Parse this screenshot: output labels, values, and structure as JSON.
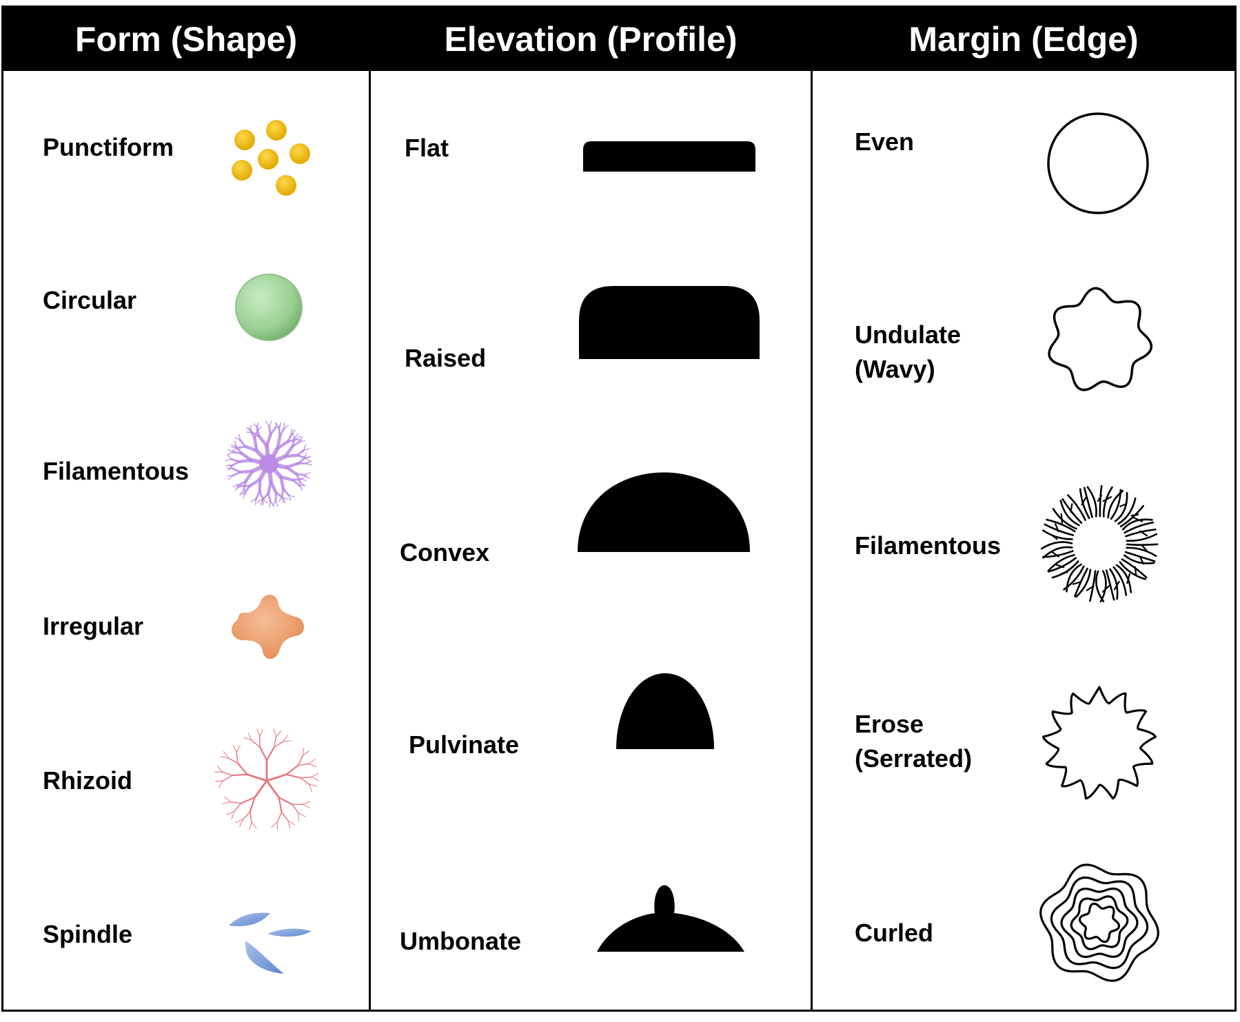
{
  "headers": {
    "form": "Form (Shape)",
    "elevation": "Elevation (Profile)",
    "margin": "Margin (Edge)"
  },
  "form": [
    {
      "label": "Punctiform",
      "icon": "punctiform-dots",
      "color": "#f2b705"
    },
    {
      "label": "Circular",
      "icon": "circular-colony",
      "color": "#9fd39a"
    },
    {
      "label": "Filamentous",
      "icon": "filamentous-colony",
      "color": "#b98ae6"
    },
    {
      "label": "Irregular",
      "icon": "irregular-colony",
      "color": "#f0a373"
    },
    {
      "label": "Rhizoid",
      "icon": "rhizoid-colony",
      "color": "#e8737a"
    },
    {
      "label": "Spindle",
      "icon": "spindle-colony",
      "color": "#7f9fd6"
    }
  ],
  "elevation": [
    {
      "label": "Flat",
      "icon": "flat-profile"
    },
    {
      "label": "Raised",
      "icon": "raised-profile"
    },
    {
      "label": "Convex",
      "icon": "convex-profile"
    },
    {
      "label": "Pulvinate",
      "icon": "pulvinate-profile"
    },
    {
      "label": "Umbonate",
      "icon": "umbonate-profile"
    }
  ],
  "margin": [
    {
      "label": "Even",
      "icon": "even-edge"
    },
    {
      "label": "Undulate\n(Wavy)",
      "icon": "undulate-edge"
    },
    {
      "label": "Filamentous",
      "icon": "filamentous-edge"
    },
    {
      "label": "Erose\n(Serrated)",
      "icon": "erose-edge"
    },
    {
      "label": "Curled",
      "icon": "curled-edge"
    }
  ]
}
